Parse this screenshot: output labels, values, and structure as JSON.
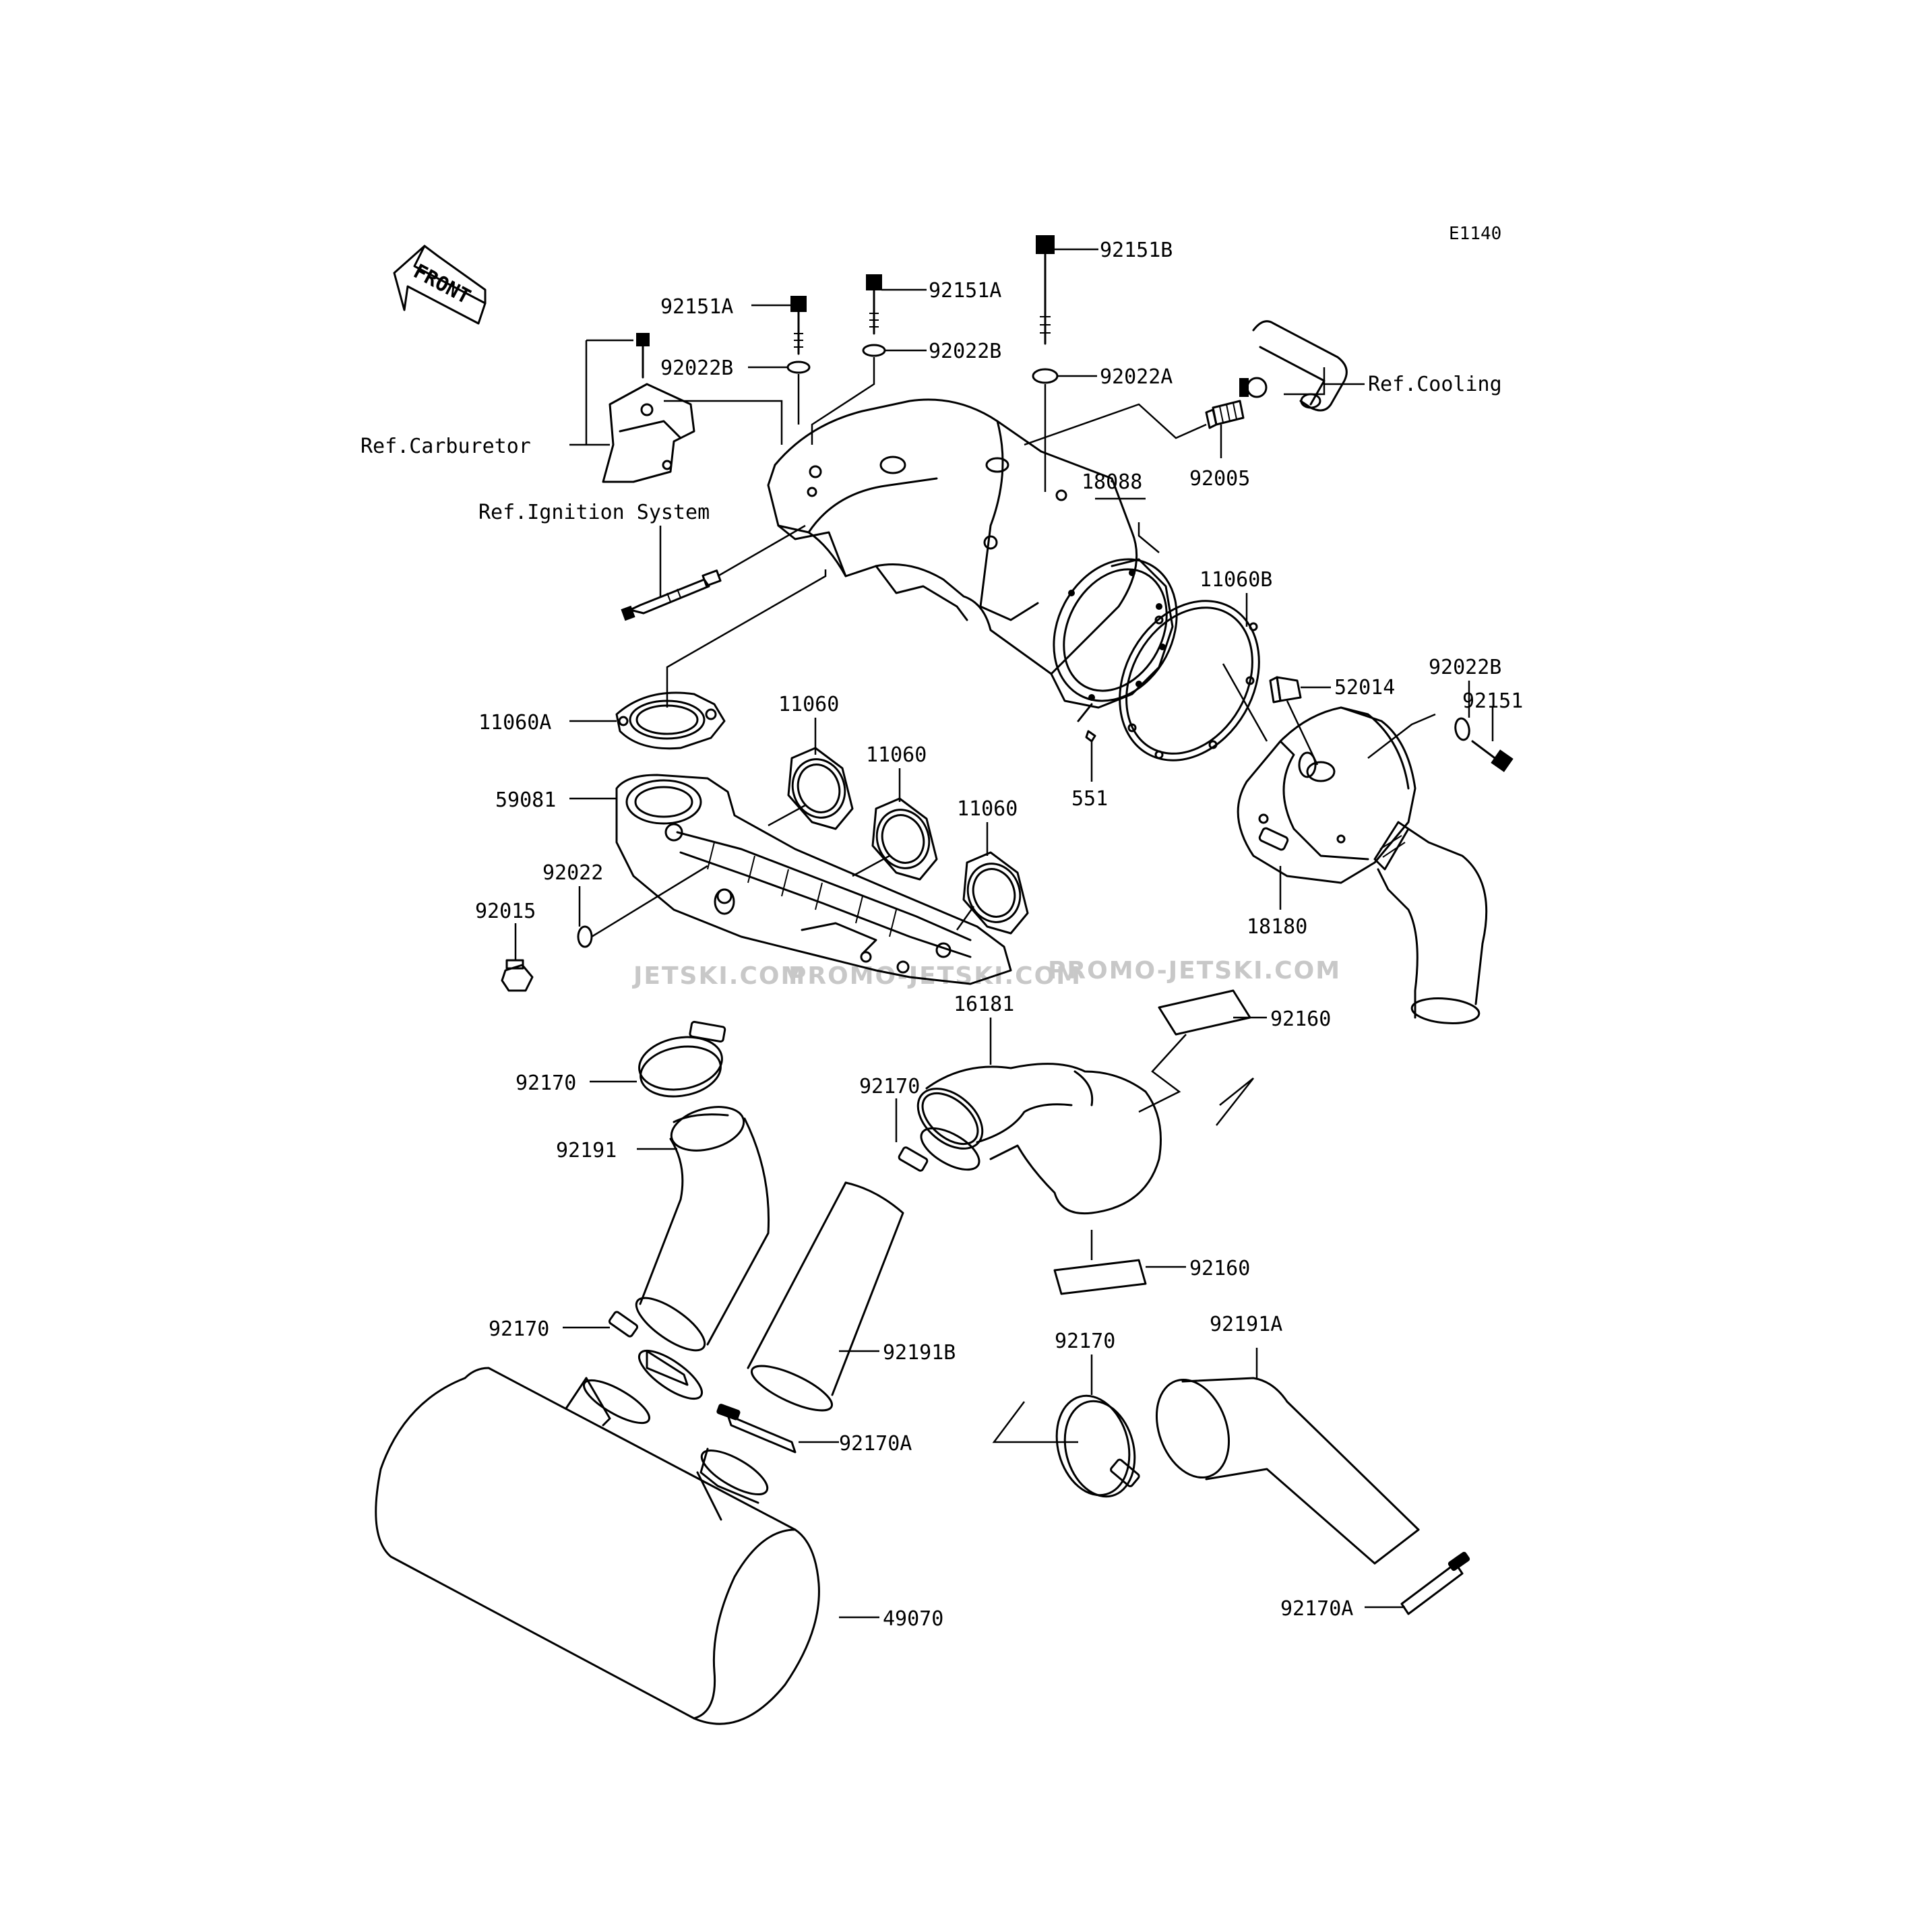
{
  "diagram_code": "E1140",
  "front_label": "FRONT",
  "watermarks": [
    "JETSKI.COM",
    "PROMO-JETSKI.COM",
    "PROMO-JETSKI.COM"
  ],
  "labels": {
    "p92151A_1": "92151A",
    "p92151A_2": "92151A",
    "p92151B": "92151B",
    "p92022B_1": "92022B",
    "p92022B_2": "92022B",
    "p92022A": "92022A",
    "ref_cooling": "Ref.Cooling",
    "ref_carburetor": "Ref.Carburetor",
    "ref_ignition": "Ref.Ignition System",
    "p92005": "92005",
    "p18088": "18088",
    "p11060B": "11060B",
    "p52014": "52014",
    "p92022B_3": "92022B",
    "p92151": "92151",
    "p11060A": "11060A",
    "p11060_1": "11060",
    "p11060_2": "11060",
    "p11060_3": "11060",
    "p59081": "59081",
    "p92022": "92022",
    "p92015": "92015",
    "p551": "551",
    "p18180": "18180",
    "p16181": "16181",
    "p92160_1": "92160",
    "p92170_1": "92170",
    "p92170_2": "92170",
    "p92191": "92191",
    "p92160_2": "92160",
    "p92170_3": "92170",
    "p92191B": "92191B",
    "p92170_4": "92170",
    "p92191A": "92191A",
    "p92170A_1": "92170A",
    "p92170A_2": "92170A",
    "p49070": "49070"
  }
}
